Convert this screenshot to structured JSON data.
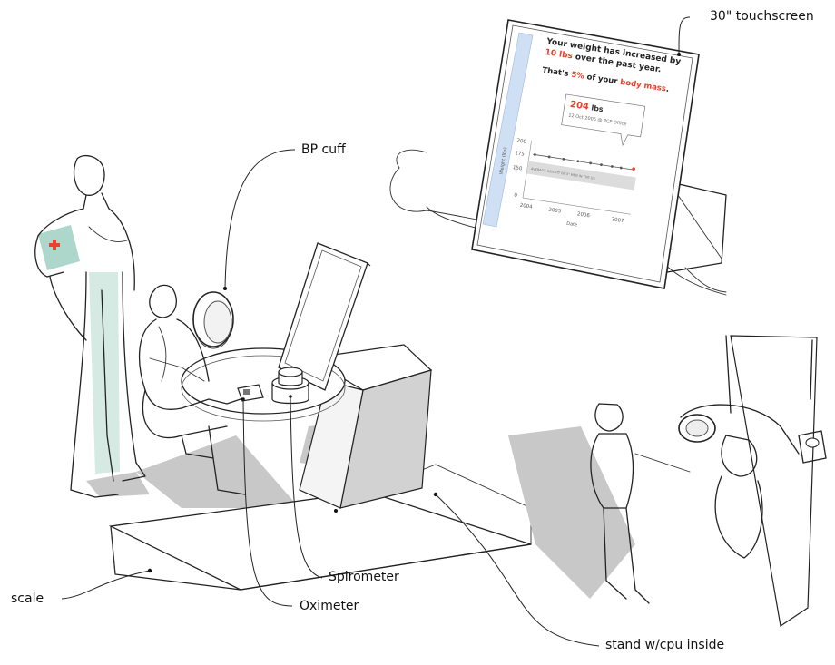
{
  "callouts": {
    "touchscreen": "30\" touchscreen",
    "bp_cuff": "BP cuff",
    "scale": "scale",
    "spirometer": "Spirometer",
    "oximeter": "Oximeter",
    "stand": "stand w/cpu inside"
  },
  "screen": {
    "line1_a": "Your weight has increased by",
    "line2_highlight": "10 lbs",
    "line2_rest": " over the past year.",
    "line3_a": "That's ",
    "line3_pct": "5%",
    "line3_b": " of your ",
    "line3_body": "body mass",
    "line3_end": ".",
    "tooltip_value": "204",
    "tooltip_unit": " lbs",
    "tooltip_note": "12 Oct 2006 @ PCP Office",
    "band_label": "AVERAGE WEIGHT 06'3\" MEN IN THE US",
    "ylabel": "Weight (lbs)",
    "xlabel": "Date",
    "yticks": [
      "200",
      "175",
      "150",
      "0"
    ],
    "xticks": [
      "2004",
      "2005",
      "2006",
      "2007"
    ]
  },
  "colors": {
    "highlight": "#e8412c",
    "sidebar": "#cfe0f5",
    "band": "#dcdcdc",
    "nurse": "#9fd0c1",
    "shadow": "#c8c8c8",
    "ink": "#222222"
  }
}
